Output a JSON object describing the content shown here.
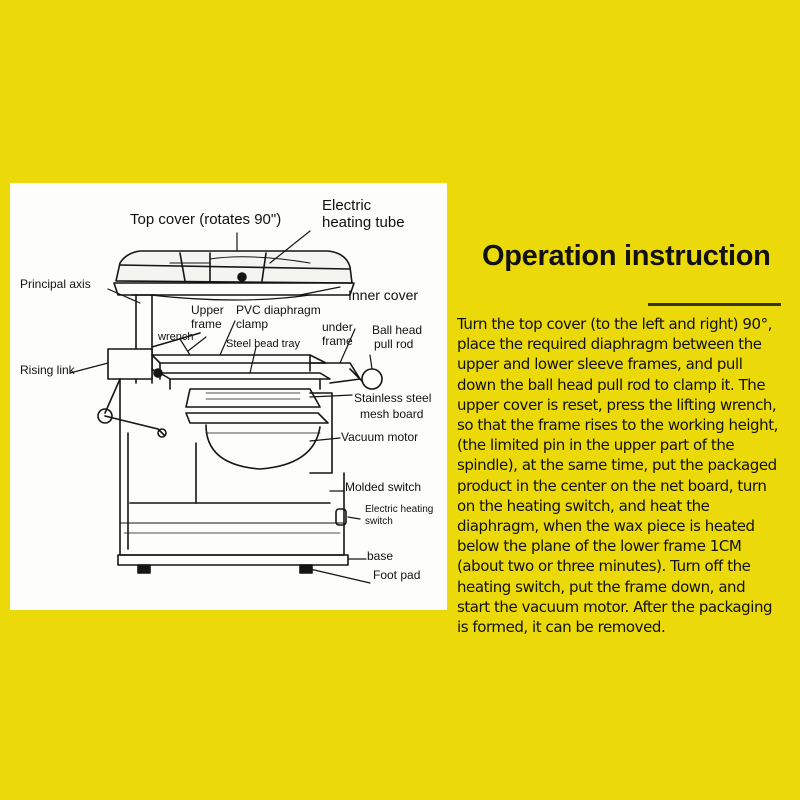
{
  "colors": {
    "background": "#ecd90a",
    "panel": "#fdfdfb",
    "ink": "#111111"
  },
  "diagram": {
    "labels": {
      "top_cover": "Top cover (rotates 90\")",
      "electric_heating_tube_1": "Electric",
      "electric_heating_tube_2": "heating tube",
      "principal_axis": "Principal axis",
      "inner_cover": "Inner cover",
      "upper_frame_1": "Upper",
      "upper_frame_2": "frame",
      "pvc_clamp_1": "PVC diaphragm",
      "pvc_clamp_2": "clamp",
      "under_frame_1": "under",
      "under_frame_2": "frame",
      "ball_head_1": "Ball head",
      "ball_head_2": "pull rod",
      "wrench": "wrench",
      "steel_bead_tray": "Steel bead tray",
      "rising_link": "Rising link",
      "mesh_board_1": "Stainless steel",
      "mesh_board_2": "mesh board",
      "vacuum_motor": "Vacuum motor",
      "molded_switch": "Molded switch",
      "heating_switch_1": "Electric heating",
      "heating_switch_2": "switch",
      "base": "base",
      "foot_pad": "Foot pad"
    }
  },
  "instructions": {
    "title": "Operation instruction",
    "lines": [
      "Turn the top cover (to the left and right) 90°,",
      "place the required diaphragm between the",
      "upper and lower sleeve frames, and pull",
      "down the ball head pull rod to clamp it. The",
      "upper cover is reset, press the lifting wrench,",
      "so that the frame rises to the working height,",
      "(the limited pin in the upper part of the",
      "spindle), at the same time, put the packaged",
      "product in the center on the net board, turn",
      "on the heating switch, and heat the",
      "diaphragm, when the wax piece is heated",
      "below the plane of the lower frame 1CM",
      "(about two or three minutes). Turn off the",
      "heating switch, put the frame down, and",
      "start the vacuum motor. After the packaging",
      "is formed, it can be removed."
    ]
  }
}
